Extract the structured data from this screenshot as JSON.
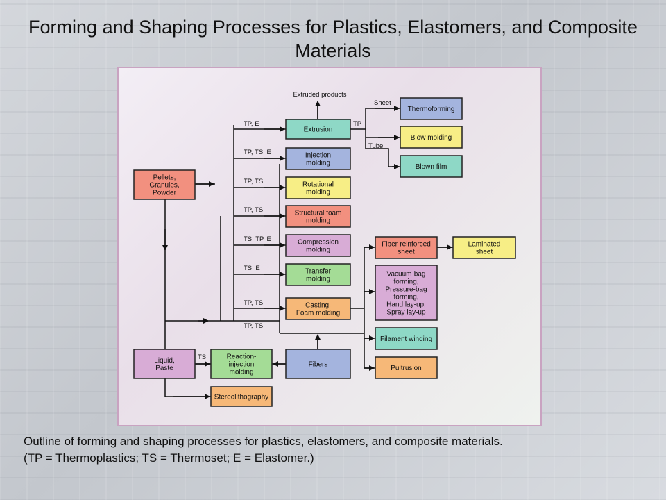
{
  "title": "Forming and Shaping Processes for Plastics, Elastomers, and Composite Materials",
  "caption": {
    "line1": "Outline of forming and shaping processes for plastics, elastomers, and composite materials.",
    "line2": "(TP = Thermoplastics; TS = Thermoset; E = Elastomer.)"
  },
  "boxes": {
    "pellets": [
      "Pellets,",
      "Granules,",
      "Powder"
    ],
    "liquid": [
      "Liquid,",
      "Paste"
    ],
    "extrusion": [
      "Extrusion"
    ],
    "injection": [
      "Injection",
      "molding"
    ],
    "rotational": [
      "Rotational",
      "molding"
    ],
    "structural": [
      "Structural foam",
      "molding"
    ],
    "compression": [
      "Compression",
      "molding"
    ],
    "transfer": [
      "Transfer",
      "molding"
    ],
    "casting": [
      "Casting,",
      "Foam molding"
    ],
    "fibers": [
      "Fibers"
    ],
    "reaction": [
      "Reaction-",
      "injection",
      "molding"
    ],
    "stereo": [
      "Stereolithography"
    ],
    "thermoforming": [
      "Thermoforming"
    ],
    "blowmolding": [
      "Blow molding"
    ],
    "blownfilm": [
      "Blown film"
    ],
    "fiberreinforced": [
      "Fiber-reinforced",
      "sheet"
    ],
    "laminated": [
      "Laminated",
      "sheet"
    ],
    "vacuumbag": [
      "Vacuum-bag",
      "forming,",
      "Pressure-bag",
      "forming,",
      "Hand lay-up,",
      "Spray lay-up"
    ],
    "filament": [
      "Filament winding"
    ],
    "pultrusion": [
      "Pultrusion"
    ]
  },
  "labels": {
    "extruded_products": "Extruded products",
    "sheet": "Sheet",
    "tube": "Tube",
    "tp_out": "TP",
    "lbl_extrusion": "TP, E",
    "lbl_injection": "TP, TS, E",
    "lbl_rotational": "TP, TS",
    "lbl_structural": "TP, TS",
    "lbl_compression": "TS, TP, E",
    "lbl_transfer": "TS, E",
    "lbl_casting": "TP, TS",
    "lbl_fibers_row": "TP, TS",
    "lbl_ts": "TS"
  },
  "colors": {
    "red": "#f2907f",
    "teal": "#8ed8c6",
    "blue": "#a4b4de",
    "yellow": "#f7ee86",
    "violet": "#d8acd6",
    "green": "#a4dc96",
    "orange": "#f6b878"
  }
}
